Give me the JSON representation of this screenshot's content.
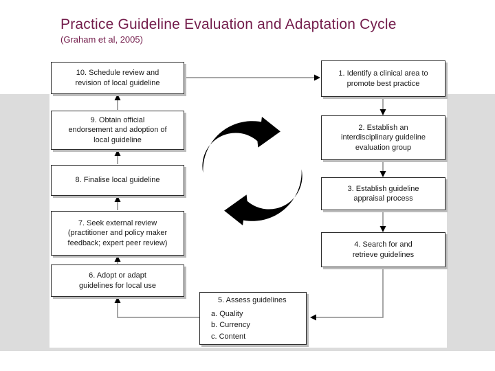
{
  "slide": {
    "title": "Practice Guideline Evaluation and Adaptation Cycle",
    "subtitle": "(Graham et al, 2005)"
  },
  "colors": {
    "title_text": "#731c4b",
    "background_band": "#dcdcdc",
    "panel": "#ffffff",
    "box_border": "#2b2b2b",
    "box_shadow": "#bcbcbc",
    "connector_line": "#8a8a8a",
    "arrowhead": "#000000",
    "cycle_icon": "#000000"
  },
  "icon": {
    "name": "cycle-arrows-icon"
  },
  "diagram": {
    "boxes": [
      {
        "step": "10",
        "lines": [
          "10. Schedule review and",
          "revision of local guideline"
        ]
      },
      {
        "step": "9",
        "lines": [
          "9. Obtain official",
          "endorsement and adoption of",
          "local guideline"
        ]
      },
      {
        "step": "8",
        "lines": [
          "8. Finalise local guideline"
        ]
      },
      {
        "step": "7",
        "lines": [
          "7. Seek external review",
          "(practitioner and policy maker",
          "feedback; expert peer review)"
        ]
      },
      {
        "step": "6",
        "lines": [
          "6. Adopt or adapt",
          "guidelines for local use"
        ]
      },
      {
        "step": "1",
        "lines": [
          "1. Identify a clinical area to",
          "promote best practice"
        ]
      },
      {
        "step": "2",
        "lines": [
          "2. Establish an",
          "interdisciplinary guideline",
          "evaluation group"
        ]
      },
      {
        "step": "3",
        "lines": [
          "3. Establish guideline",
          "appraisal process"
        ]
      },
      {
        "step": "4",
        "lines": [
          "4. Search for and",
          "retrieve guidelines"
        ]
      },
      {
        "step": "5",
        "lines": [
          "5. Assess guidelines",
          "a. Quality",
          "b. Currency",
          "c. Content"
        ]
      }
    ],
    "flow": "10→1→2→3→4→5→6→7→8→9→10"
  }
}
